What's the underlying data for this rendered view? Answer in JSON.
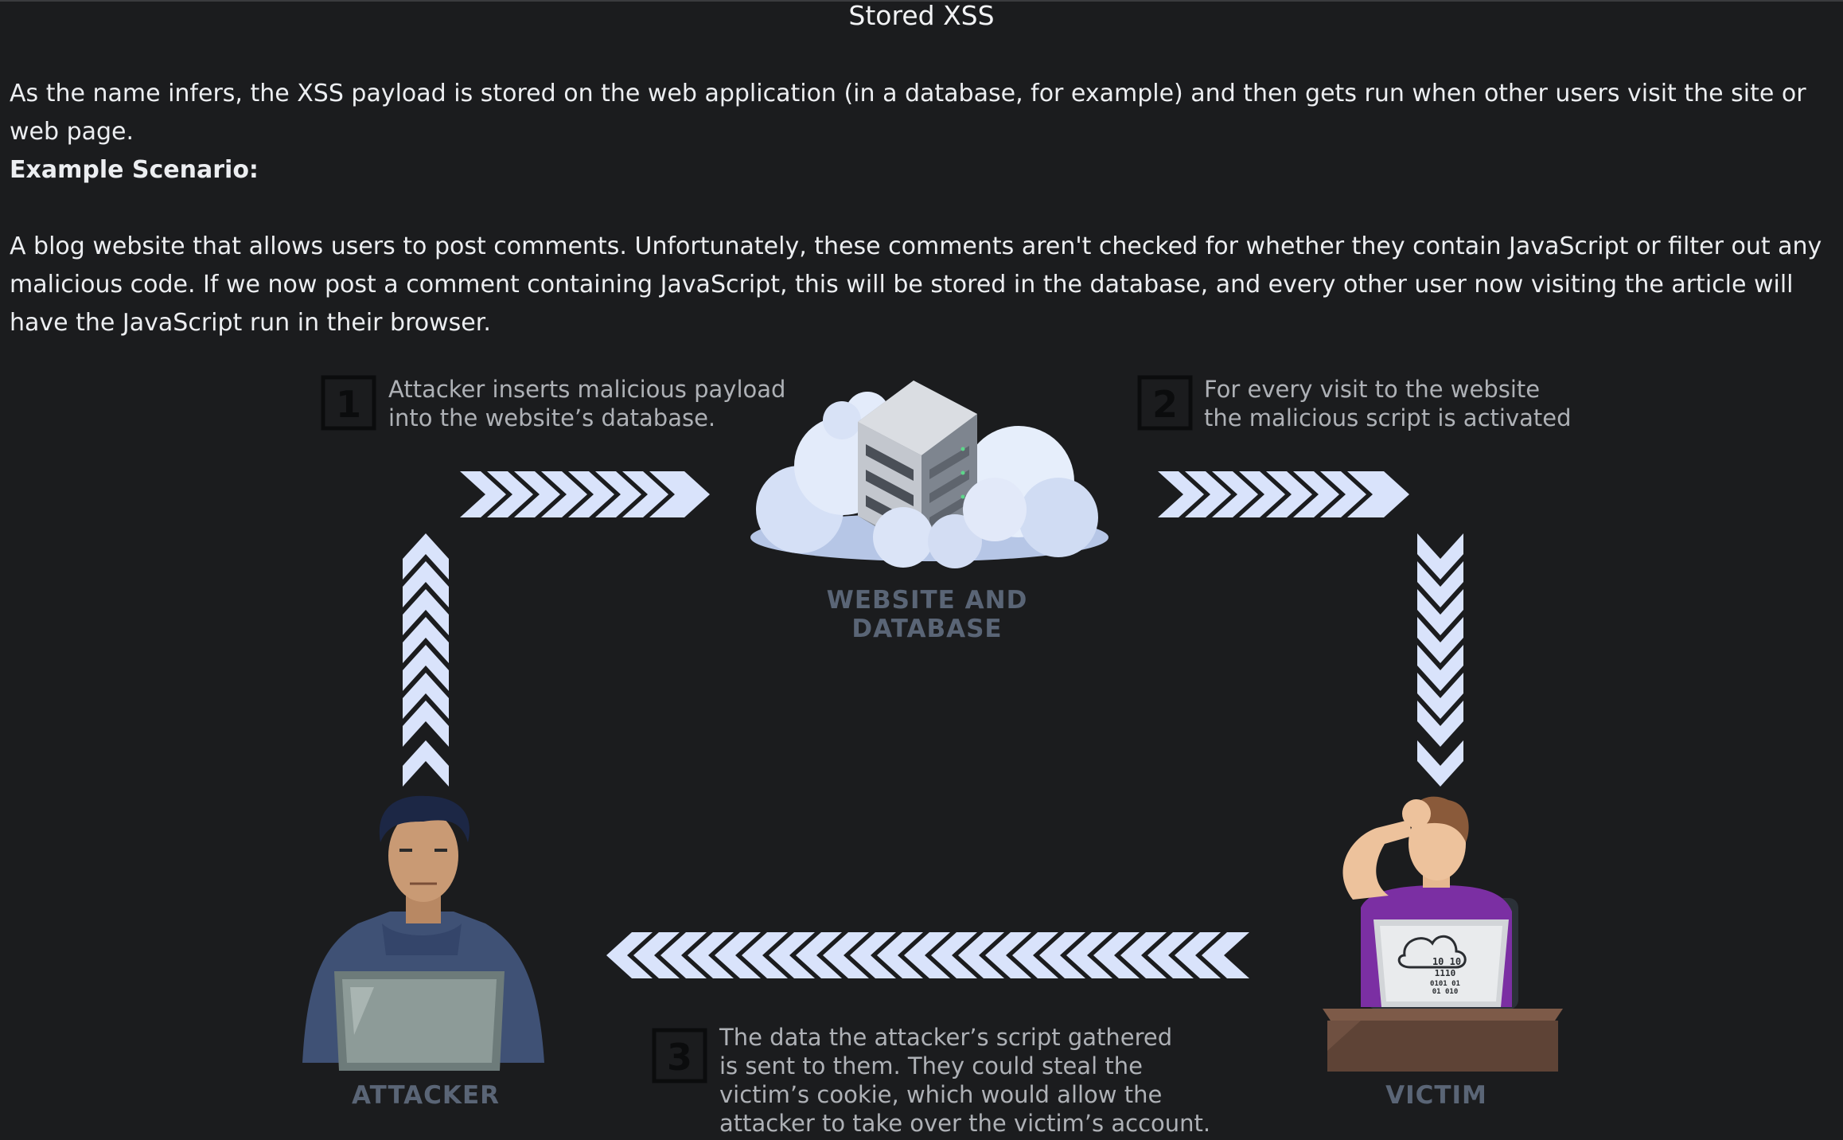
{
  "title": "Stored XSS",
  "intro": "As the name infers, the XSS payload is stored on the web application (in a database, for example) and then gets run when other users visit the site or web page.",
  "example_heading": "Example Scenario:",
  "example_body": "A blog website that allows users to post comments. Unfortunately, these comments aren't checked for whether they contain JavaScript or filter out any malicious code. If we now post a comment containing JavaScript, this will be stored in the database, and every other user now visiting the article will have the JavaScript run in their browser.",
  "diagram": {
    "step1_number": "1",
    "step1_line1": "Attacker inserts malicious payload",
    "step1_line2": "into the website’s database.",
    "step2_number": "2",
    "step2_line1": "For every visit to the website",
    "step2_line2": "the malicious script is activated",
    "step3_number": "3",
    "step3_line1": "The data the attacker’s script gathered",
    "step3_line2": "is sent to them. They could steal the",
    "step3_line3": "victim’s cookie, which would allow the",
    "step3_line4": "attacker to take over the victim’s account.",
    "database_label": "WEBSITE AND DATABASE",
    "attacker_label": "ATTACKER",
    "victim_label": "VICTIM",
    "screen_code_1": "10  10",
    "screen_code_2": "1110",
    "screen_code_3": "0101  01",
    "screen_code_4": "01  010",
    "colors": {
      "arrow": "#d9e3fb",
      "label": "#5a6576",
      "background": "#1b1c1e"
    }
  }
}
